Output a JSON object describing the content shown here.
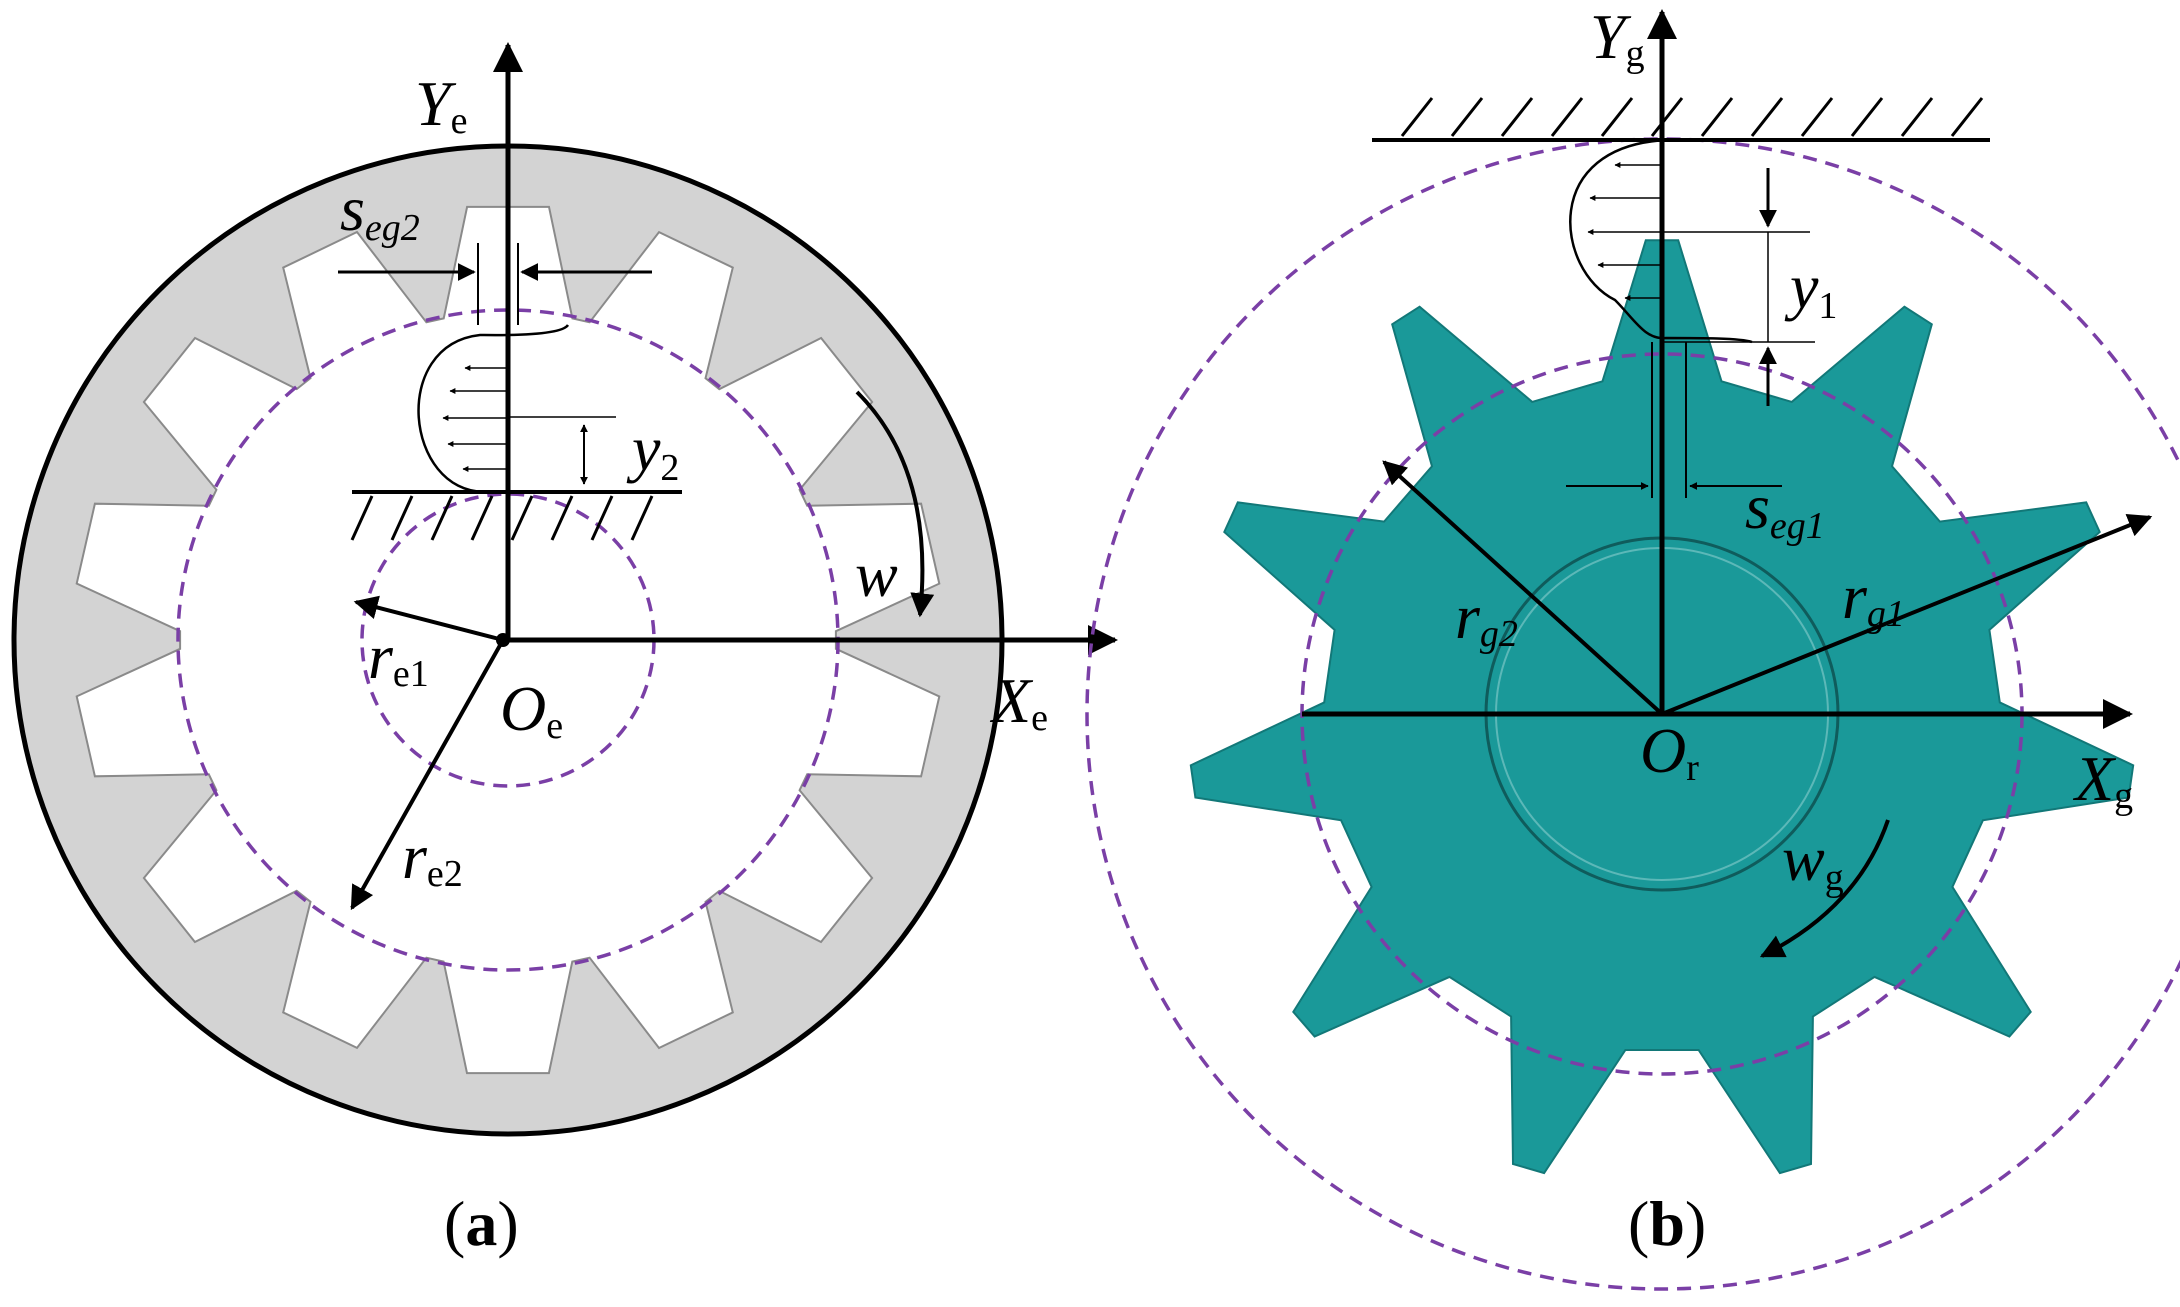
{
  "colors": {
    "ring_fill": "#d3d3d3",
    "gear_fill": "#1a9999",
    "dashed_circle": "#7a3fa6",
    "axis": "#000000"
  },
  "panel_a": {
    "caption": {
      "open": "(",
      "letter": "a",
      "close": ")"
    },
    "axis_x": {
      "main": "X",
      "sub": "e"
    },
    "axis_y": {
      "main": "Y",
      "sub": "e"
    },
    "origin": {
      "main": "O",
      "sub": "e"
    },
    "r1": {
      "main": "r",
      "sub": "e1"
    },
    "r2": {
      "main": "r",
      "sub": "e2"
    },
    "gap": {
      "main": "s",
      "sub": "eg2"
    },
    "height": {
      "main": "y",
      "sub": "2"
    },
    "omega": {
      "main": "w"
    }
  },
  "panel_b": {
    "caption": {
      "open": "(",
      "letter": "b",
      "close": ")"
    },
    "axis_x": {
      "main": "X",
      "sub": "g"
    },
    "axis_y": {
      "main": "Y",
      "sub": "g"
    },
    "origin": {
      "main": "O",
      "sub": "r"
    },
    "r1": {
      "main": "r",
      "sub": "g1"
    },
    "r2": {
      "main": "r",
      "sub": "g2"
    },
    "gap": {
      "main": "s",
      "sub": "eg1"
    },
    "height": {
      "main": "y",
      "sub": "1"
    },
    "omega": {
      "main": "w",
      "sub": "g"
    }
  }
}
